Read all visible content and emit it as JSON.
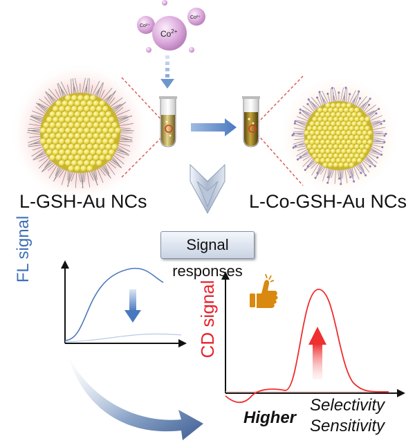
{
  "ions": {
    "main_label": "Co",
    "main_charge": "2+",
    "small_label": "Co²⁺"
  },
  "labels": {
    "left_particle": "L-GSH-Au NCs",
    "right_particle": "L-Co-GSH-Au NCs",
    "signal_box": "Signal responses",
    "fl_axis": "FL signal",
    "cd_axis": "CD signal",
    "higher": "Higher",
    "selectivity": "Selectivity",
    "sensitivity": "Sensitivity"
  },
  "icons": [
    "thumbs-up-icon",
    "down-arrow-icon",
    "up-arrow-icon",
    "curved-arrow-icon"
  ],
  "colors": {
    "fl_curve": "#4a78bf",
    "cd_curve": "#ef2b2b",
    "gold": "#f2e45a",
    "ion": "#d8a8d8",
    "thumb": "#d9890f"
  }
}
